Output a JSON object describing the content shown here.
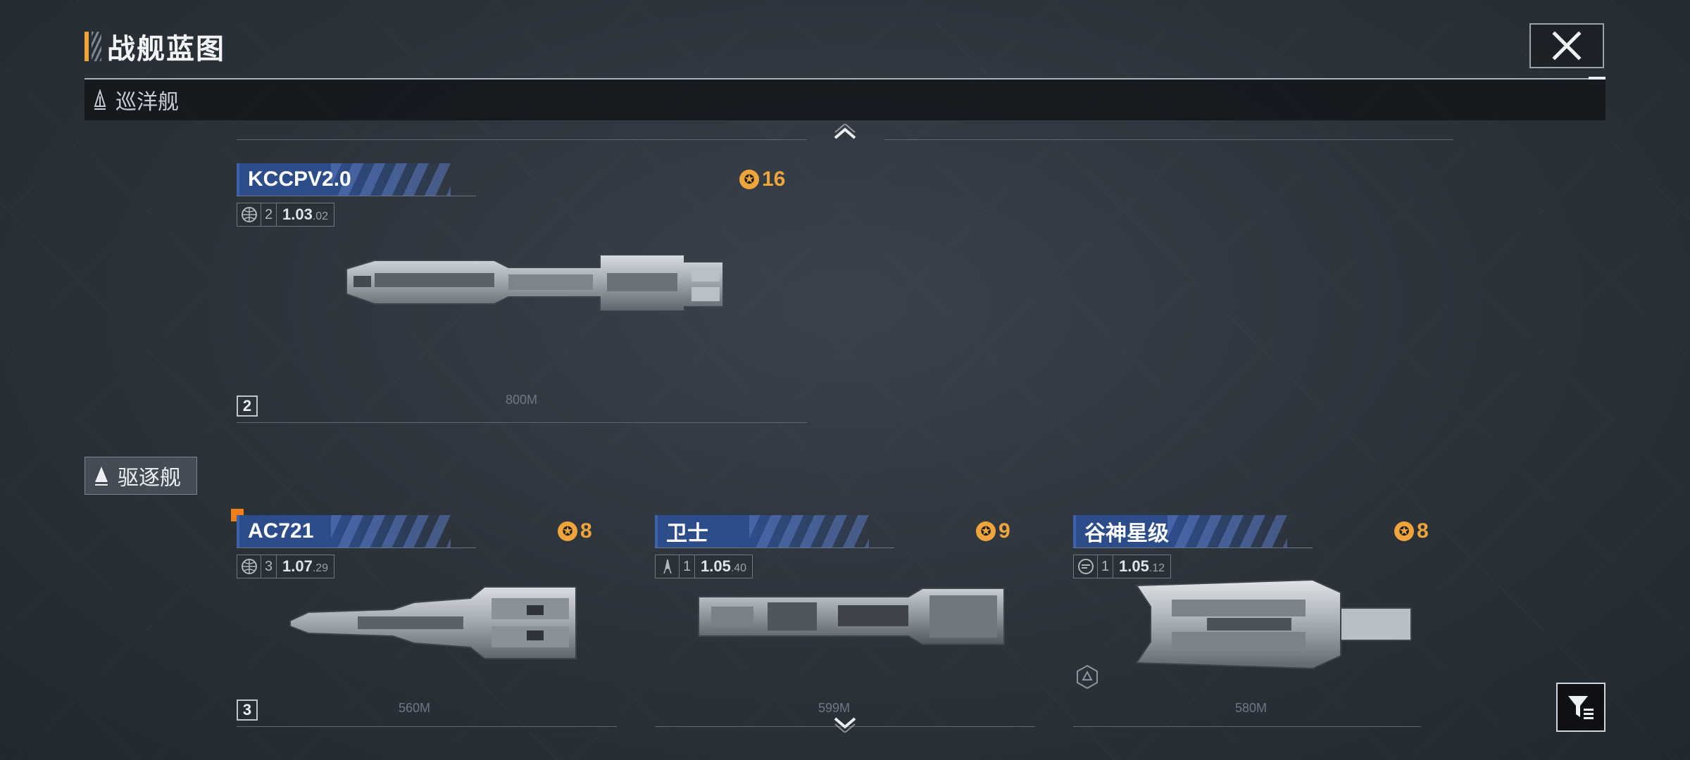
{
  "header": {
    "title": "战舰蓝图"
  },
  "categories": {
    "cruiser": "巡洋舰",
    "destroyer": "驱逐舰"
  },
  "cards": [
    {
      "name": "KCCPV2.0",
      "power": "16",
      "count": "2",
      "version": "1.03",
      "version_sub": ".02",
      "length": "800M",
      "index": "2",
      "class_icon": "globe-icon"
    },
    {
      "name": "AC721",
      "power": "8",
      "count": "3",
      "version": "1.07",
      "version_sub": ".29",
      "length": "560M",
      "index": "3",
      "class_icon": "globe-icon"
    },
    {
      "name": "卫士",
      "power": "9",
      "count": "1",
      "version": "1.05",
      "version_sub": ".40",
      "length": "599M",
      "index": "",
      "class_icon": "rocket-icon"
    },
    {
      "name": "谷神星级",
      "power": "8",
      "count": "1",
      "version": "1.05",
      "version_sub": ".12",
      "length": "580M",
      "index": "",
      "class_icon": "emblem-icon"
    }
  ],
  "icons": {
    "close": "close-icon",
    "filter": "filter-icon",
    "power": "power-icon",
    "scroll_up": "chevron-up-icon",
    "scroll_down": "chevron-down-icon"
  },
  "colors": {
    "accent": "#f0a53a",
    "name_tag": "#2d4d8a",
    "selected": "#f07f1a"
  }
}
